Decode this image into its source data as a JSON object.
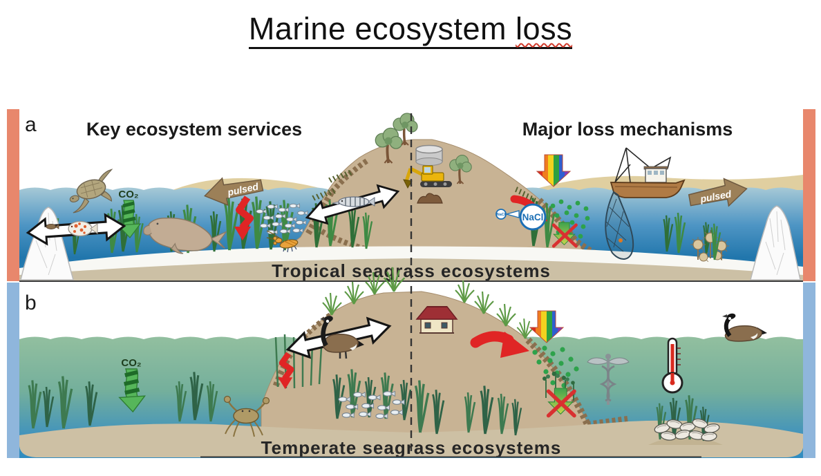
{
  "slide": {
    "title_prefix": "Marine ecosystem ",
    "title_misspelled": "loss"
  },
  "figure": {
    "panel_a": {
      "label": "a",
      "heading_services": "Key ecosystem services",
      "heading_loss": "Major loss mechanisms",
      "caption": "Tropical seagrass ecosystems",
      "labels": {
        "co2": "CO₂",
        "pulsed_left": "pulsed",
        "pulsed_right": "pulsed",
        "nacl_small": "NaCl",
        "nacl_large": "NaCl"
      },
      "icons": [
        "sea-turtle",
        "co2-uptake-arrow",
        "dugong",
        "limestone-outcrop-left",
        "limestone-outcrop-right",
        "fish-exchange-arrow",
        "reef-fish",
        "barracuda-fish",
        "pulsed-exchange-arrow-left",
        "pulsed-exchange-arrow-right",
        "nutrient-pulse-red-arrow",
        "juvenile-fish-school",
        "lobster",
        "seagrass-meadow",
        "mangrove-island",
        "island-trees",
        "water-tank",
        "excavator",
        "dirt-pile",
        "runoff-red-arrow",
        "light-reduction-rainbow-arrow",
        "sediment-particles",
        "salinity-increase-nacl",
        "seagrass-loss-crossed-arrow",
        "fishing-trawler",
        "trawl-net",
        "sponge-garden"
      ]
    },
    "panel_b": {
      "label": "b",
      "caption": "Temperate seagrass ecosystems",
      "labels": {
        "co2": "CO₂"
      },
      "icons": [
        "co2-uptake-arrow",
        "crab",
        "fish-school",
        "goose-exchange-arrow",
        "canada-goose-standing",
        "canada-goose-swimming",
        "marsh-grass",
        "reeds",
        "house",
        "nutrient-pulse-red-arrow",
        "runoff-red-arrow",
        "light-reduction-rainbow-arrow",
        "nutrient-particles",
        "macroalgae-bloom-crossed-arrow",
        "disease-caduceus",
        "warming-thermometer",
        "oyster-reef",
        "seagrass-meadow",
        "coastal-hill"
      ]
    },
    "colors": {
      "frame_a": "#E8876C",
      "frame_b": "#8FB6DC",
      "water_tropical_top": "#A6C9D6",
      "water_tropical_deep": "#1D6FA3",
      "water_temperate_top": "#92BF9F",
      "water_temperate_deep": "#2F8CC0",
      "land": "#C8B394",
      "riprap": "#8A6F4E",
      "sediment": "#CCC0A5",
      "co2_green": "#56B65A",
      "pulsed_brown": "#9C8058",
      "alert_red": "#E02525",
      "nacl_blue": "#1B6FB5",
      "particle_green": "#2EA24B"
    }
  }
}
